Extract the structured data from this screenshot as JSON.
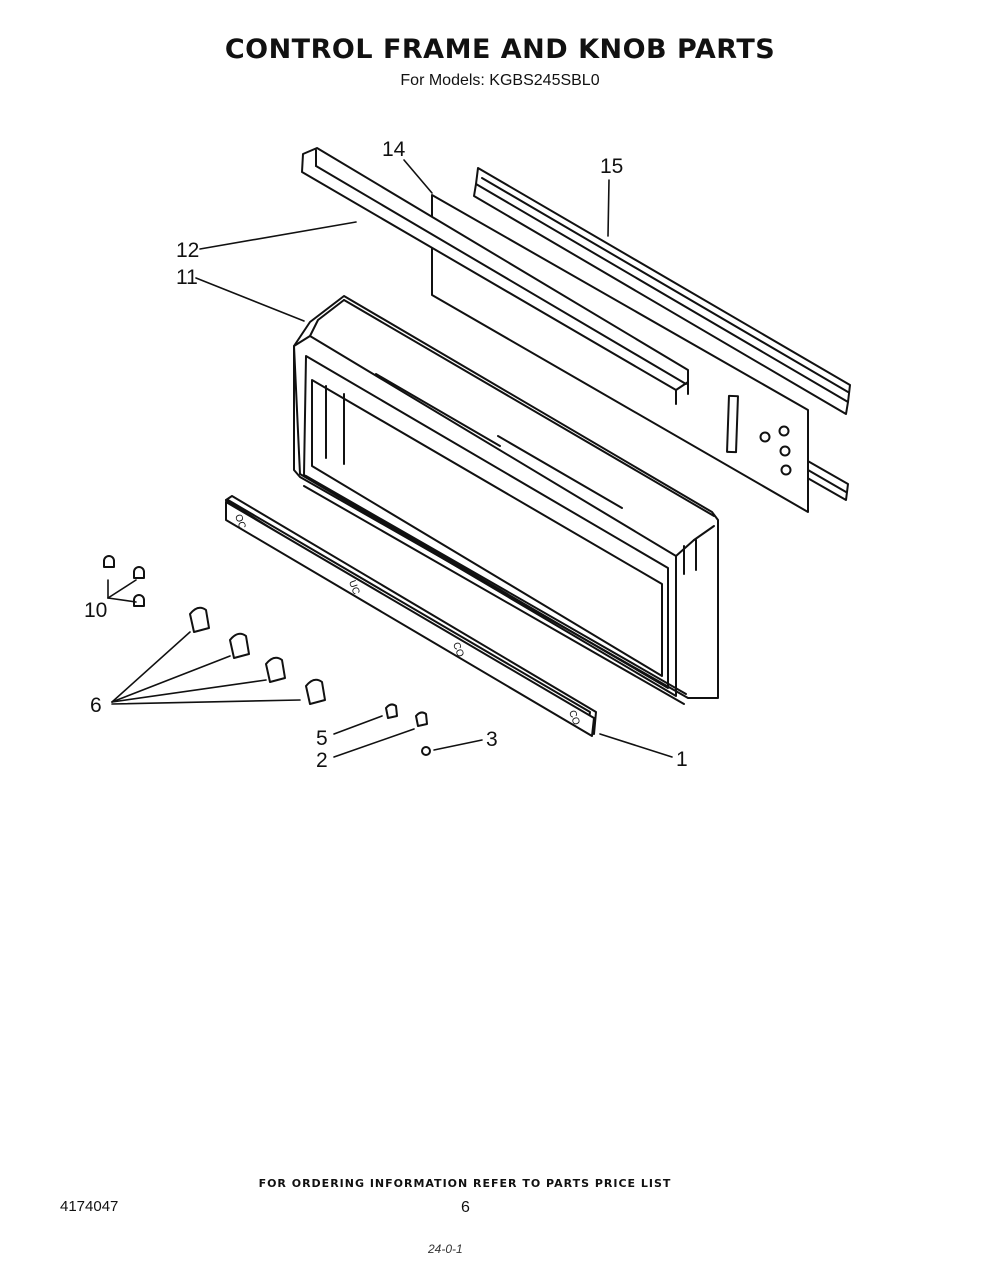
{
  "header": {
    "title": "CONTROL FRAME AND KNOB PARTS",
    "subtitle": "For Models: KGBS245SBL0"
  },
  "diagram": {
    "callouts": {
      "c1": "1",
      "c2": "2",
      "c3": "3",
      "c5": "5",
      "c6": "6",
      "c10": "10",
      "c11": "11",
      "c12": "12",
      "c14": "14",
      "c15": "15"
    },
    "strip_marks": {
      "m1": "OC",
      "m2": "UC",
      "m3": "CO",
      "m4": "CO"
    }
  },
  "footer": {
    "ordering_note": "FOR ORDERING INFORMATION REFER TO PARTS PRICE LIST",
    "document_number": "4174047",
    "page_number": "6",
    "handwritten_note": "24-0-1"
  }
}
